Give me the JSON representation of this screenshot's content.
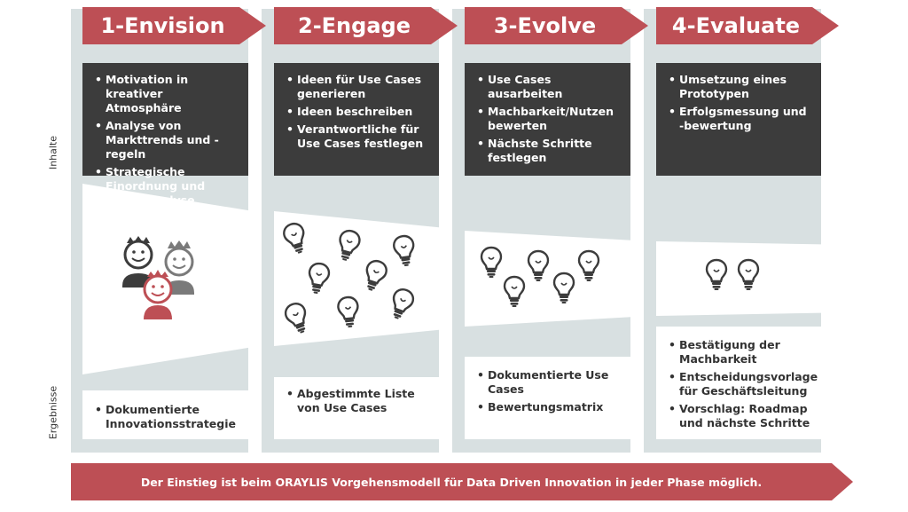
{
  "side": {
    "inhalte": "Inhalte",
    "ergebnisse": "Ergebnisse"
  },
  "phases": [
    {
      "title": "1-Envision",
      "contents": [
        "Motivation in kreativer Atmosphäre",
        "Analyse von Markttrends und -regeln",
        "Strategische Einordnung und SWOT-Analyse"
      ],
      "results": [
        "Dokumentierte Innovationsstrategie"
      ]
    },
    {
      "title": "2-Engage",
      "contents": [
        "Ideen für Use Cases generieren",
        "Ideen beschreiben",
        "Verantwortliche für Use Cases festlegen"
      ],
      "results": [
        "Abgestimmte Liste von Use Cases"
      ]
    },
    {
      "title": "3-Evolve",
      "contents": [
        "Use Cases ausarbeiten",
        "Machbarkeit/Nutzen bewerten",
        "Nächste Schritte festlegen"
      ],
      "results": [
        "Dokumentierte Use Cases",
        "Bewertungsmatrix"
      ]
    },
    {
      "title": "4-Evaluate",
      "contents": [
        "Umsetzung eines Prototypen",
        "Erfolgsmessung und -bewertung"
      ],
      "results": [
        "Bestätigung der Machbarkeit",
        "Entscheidungsvorlage für Geschäftsleitung",
        "Vorschlag: Roadmap und nächste Schritte"
      ]
    }
  ],
  "banner": "Der Einstieg ist beim ORAYLIS Vorgehensmodell für Data Driven Innovation in jeder Phase möglich.",
  "colors": {
    "accent": "#bd4f55",
    "dark": "#3c3c3c",
    "panel": "#d8e0e1"
  }
}
